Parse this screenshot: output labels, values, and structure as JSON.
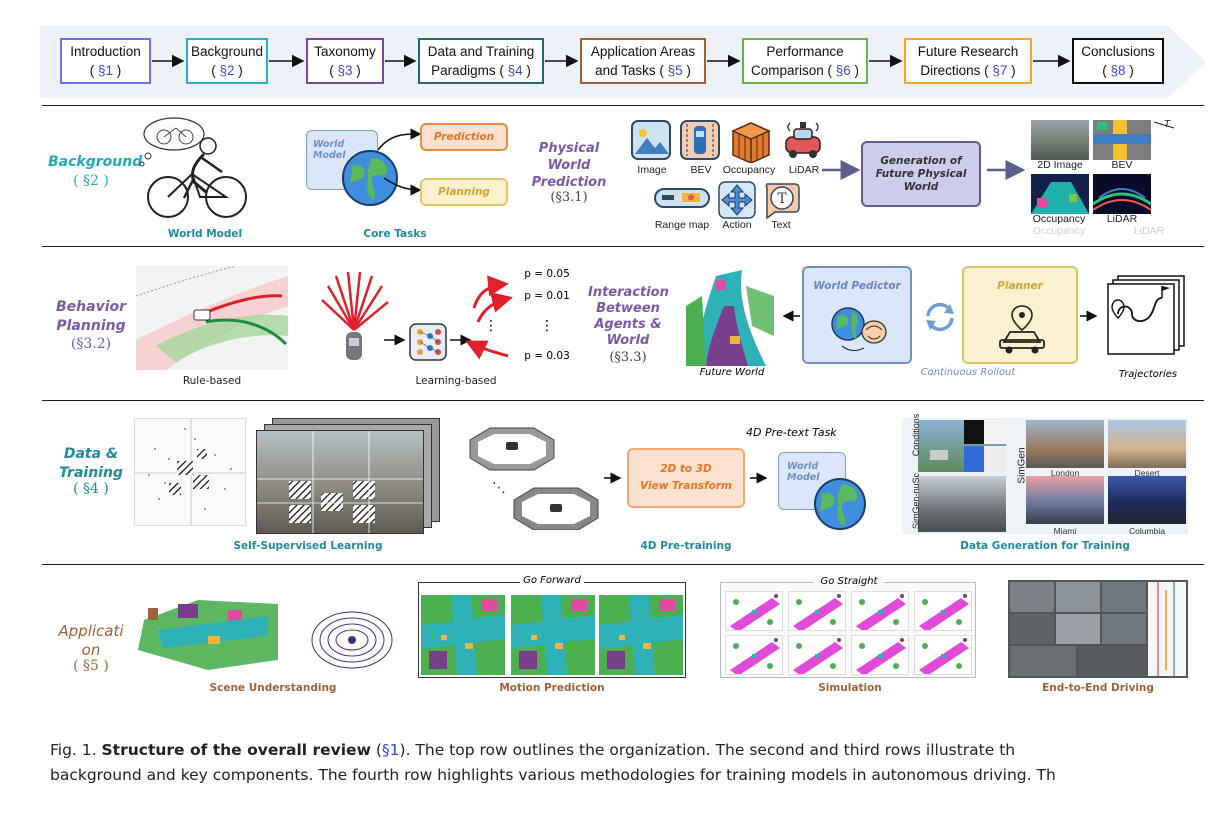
{
  "flow": [
    {
      "label": "Introduction",
      "ref": "§1",
      "color": "#6d73e6"
    },
    {
      "label": "Background",
      "ref": "§2",
      "color": "#22b3c7"
    },
    {
      "label": "Taxonomy",
      "ref": "§3",
      "color": "#7a4b9a"
    },
    {
      "label": "Data and Training\nParadigms",
      "ref": "§4",
      "color": "#1f6b74"
    },
    {
      "label": "Application Areas\nand Tasks",
      "ref": "§5",
      "color": "#a0623a"
    },
    {
      "label": "Performance\nComparison",
      "ref": "§6",
      "color": "#6ab04c"
    },
    {
      "label": "Future Research\nDirections",
      "ref": "§7",
      "color": "#f5a623"
    },
    {
      "label": "Conclusions",
      "ref": "§8",
      "color": "#111111"
    }
  ],
  "row_background": {
    "label": "Background",
    "ref": "( §2 )",
    "color": "#22a9bd",
    "world_model_caption": "World Model",
    "core_tasks_caption": "Core Tasks",
    "world_model_box": "World\nModel",
    "prediction": "Prediction",
    "planning": "Planning",
    "physical_title": "Physical\nWorld\nPrediction",
    "physical_ref": "(§3.1)",
    "inputs": [
      "Image",
      "BEV",
      "Occupancy",
      "LiDAR",
      "Range map",
      "Action",
      "Text"
    ],
    "generation": "Generation of\nFuture Physical\nWorld",
    "outputs": [
      "2D Image",
      "BEV",
      "Occupancy",
      "LiDAR"
    ],
    "outputs_ghost": [
      "Occupancy",
      "LiDAR"
    ],
    "time_label": "T"
  },
  "row_behavior": {
    "label": "Behavior\nPlanning",
    "ref": "(§3.2)",
    "color": "#7a5aa8",
    "rule_caption": "Rule-based",
    "learning_caption": "Learning-based",
    "probs": [
      "p = 0.05",
      "p = 0.01",
      "p = 0.03"
    ],
    "dots": "⋮",
    "interaction_title": "Interaction\nBetween\nAgents &\nWorld",
    "interaction_ref": "(§3.3)",
    "future_world": "Future World",
    "world_predictor": "World Pedictor",
    "planner": "Planner",
    "continuous_rollout": "Continuous Rollout",
    "trajectories": "Trajectories"
  },
  "row_data": {
    "label": "Data &\nTraining",
    "ref": "( §4 )",
    "color": "#1f8c98",
    "ssl_caption": "Self-Supervised Learning",
    "pretext_title": "4D Pre-text Task",
    "view_transform": "2D to 3D\nView Transform",
    "world_model_box": "World\nModel",
    "pretrain_caption": "4D Pre-training",
    "datagen_caption": "Data Generation for Training",
    "datagen_side_left": [
      "Conditions",
      "SimGen-nuSc"
    ],
    "datagen_side_right": "SimGen",
    "datagen_places": [
      "London",
      "Desert",
      "Miami",
      "Columbia"
    ]
  },
  "row_application": {
    "label": "Applicati\non",
    "ref": "( §5 )",
    "color": "#a0623a",
    "scene_caption": "Scene Understanding",
    "motion_caption": "Motion Prediction",
    "go_forward": "Go Forward",
    "simulation_caption": "Simulation",
    "go_straight": "Go Straight",
    "e2e_caption": "End-to-End Driving"
  },
  "caption": {
    "fig": "Fig. 1.",
    "bold": "Structure of the overall review",
    "ref": "§1",
    "line1_rest": ". The top row outlines the organization. The second and third rows illustrate th",
    "line2": "background and key components. The fourth row highlights various methodologies for training models in autonomous driving. Th"
  }
}
